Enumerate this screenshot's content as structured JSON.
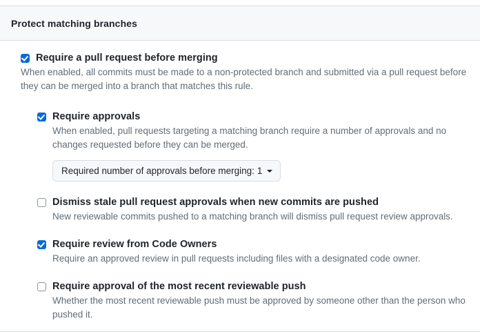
{
  "panel": {
    "header_title": "Protect matching branches",
    "colors": {
      "accent": "#0969da",
      "header_bg": "#f6f8fa",
      "border": "#d8dee4",
      "text": "#1f2328",
      "muted_text": "#636c76"
    }
  },
  "settings": [
    {
      "id": "require-pull-request-before-merging",
      "checked": true,
      "level": 0,
      "label": "Require a pull request before merging",
      "description": "When enabled, all commits must be made to a non-protected branch and submitted via a pull request before they can be merged into a branch that matches this rule."
    },
    {
      "id": "require-approvals",
      "checked": true,
      "level": 1,
      "label": "Require approvals",
      "description": "When enabled, pull requests targeting a matching branch require a number of approvals and no changes requested before they can be merged.",
      "select": {
        "label": "Required number of approvals before merging:",
        "value": "1",
        "caret_icon": "chevron-down-icon"
      }
    },
    {
      "id": "dismiss-stale-pull-request-approvals",
      "checked": false,
      "level": 1,
      "label": "Dismiss stale pull request approvals when new commits are pushed",
      "description": "New reviewable commits pushed to a matching branch will dismiss pull request review approvals."
    },
    {
      "id": "require-review-from-code-owners",
      "checked": true,
      "level": 1,
      "label": "Require review from Code Owners",
      "description": "Require an approved review in pull requests including files with a designated code owner."
    },
    {
      "id": "require-approval-most-recent-reviewable-push",
      "checked": false,
      "level": 1,
      "label": "Require approval of the most recent reviewable push",
      "description": "Whether the most recent reviewable push must be approved by someone other than the person who pushed it."
    }
  ]
}
